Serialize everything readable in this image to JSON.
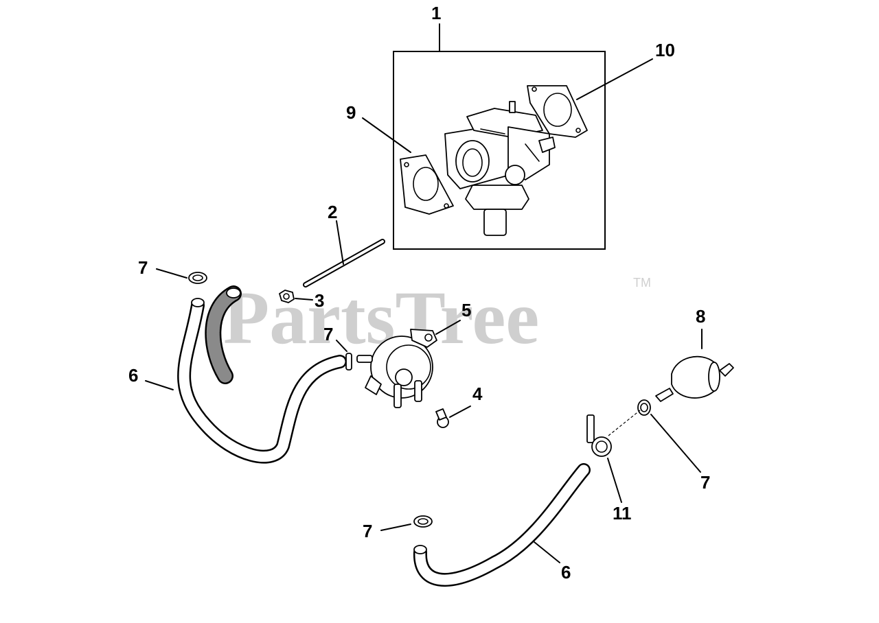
{
  "watermark": {
    "text": "PartsTree",
    "trademark": "TM"
  },
  "callouts": [
    {
      "id": "c1",
      "text": "1"
    },
    {
      "id": "c2",
      "text": "2"
    },
    {
      "id": "c3",
      "text": "3"
    },
    {
      "id": "c4",
      "text": "4"
    },
    {
      "id": "c5",
      "text": "5"
    },
    {
      "id": "c6a",
      "text": "6"
    },
    {
      "id": "c6b",
      "text": "6"
    },
    {
      "id": "c7a",
      "text": "7"
    },
    {
      "id": "c7b",
      "text": "7"
    },
    {
      "id": "c7c",
      "text": "7"
    },
    {
      "id": "c7d",
      "text": "7"
    },
    {
      "id": "c8",
      "text": "8"
    },
    {
      "id": "c9",
      "text": "9"
    },
    {
      "id": "c10",
      "text": "10"
    },
    {
      "id": "c11",
      "text": "11"
    }
  ]
}
